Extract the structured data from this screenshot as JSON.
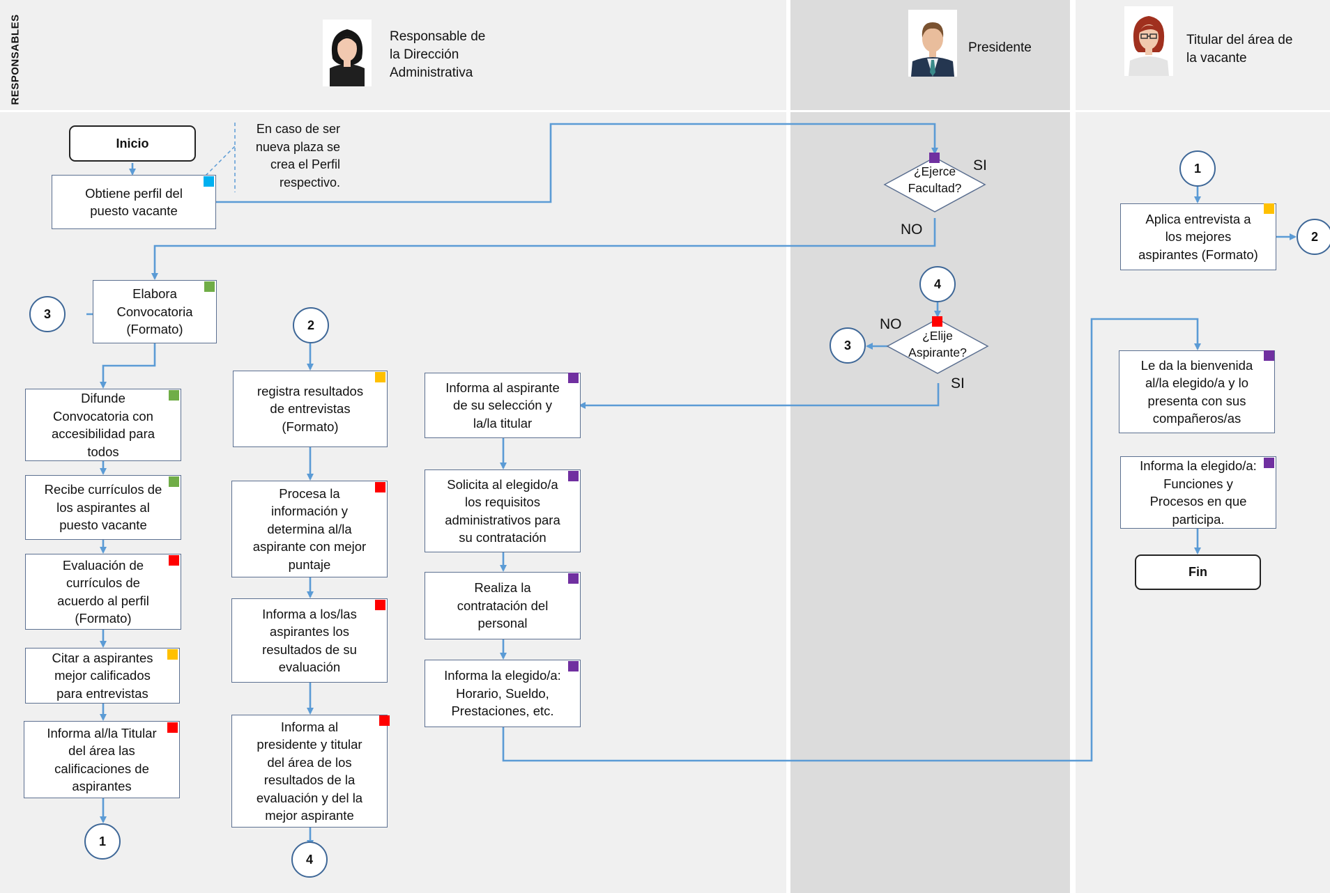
{
  "header": {
    "vertical_label": "RESPONSABLES",
    "roles": [
      {
        "lines": [
          "Responsable de",
          "la Dirección",
          "Administrativa"
        ]
      },
      {
        "lines": [
          "Presidente"
        ]
      },
      {
        "lines": [
          "Titular del área de",
          "la vacante"
        ]
      }
    ]
  },
  "terminals": {
    "start": "Inicio",
    "end": "Fin"
  },
  "note": [
    "En caso de ser",
    "nueva plaza se",
    "crea el Perfil",
    "respectivo."
  ],
  "lane1_steps": [
    {
      "lines": [
        "Obtiene perfil del",
        "puesto vacante"
      ],
      "color": "#00b0f0"
    },
    {
      "lines": [
        "Elabora",
        "Convocatoria",
        "(Formato)"
      ],
      "color": "#70ad47"
    },
    {
      "lines": [
        "Difunde",
        "Convocatoria con",
        "accesibilidad para",
        "todos"
      ],
      "color": "#70ad47"
    },
    {
      "lines": [
        "Recibe currículos de",
        "los aspirantes al",
        "puesto vacante"
      ],
      "color": "#70ad47"
    },
    {
      "lines": [
        "Evaluación de",
        "currículos de",
        "acuerdo al perfil",
        "(Formato)"
      ],
      "color": "#ff0000"
    },
    {
      "lines": [
        "Citar a aspirantes",
        "mejor calificados",
        "para entrevistas"
      ],
      "color": "#ffc000"
    },
    {
      "lines": [
        "Informa al/la Titular",
        "del área las",
        "calificaciones de",
        "aspirantes"
      ],
      "color": "#ff0000"
    },
    {
      "lines": [
        "registra resultados",
        "de entrevistas",
        "(Formato)"
      ],
      "color": "#ffc000"
    },
    {
      "lines": [
        "Procesa la",
        "información y",
        "determina al/la",
        "aspirante con mejor",
        "puntaje"
      ],
      "color": "#ff0000"
    },
    {
      "lines": [
        "Informa a los/las",
        "aspirantes los",
        "resultados de su",
        "evaluación"
      ],
      "color": "#ff0000"
    },
    {
      "lines": [
        "Informa al",
        "presidente y titular",
        "del área de los",
        "resultados de la",
        "evaluación y del la",
        "mejor aspirante"
      ],
      "color": "#ff0000"
    },
    {
      "lines": [
        "Informa al aspirante",
        "de su selección y",
        "la/la titular"
      ],
      "color": "#7030a0"
    },
    {
      "lines": [
        "Solicita al elegido/a",
        "los requisitos",
        "administrativos para",
        "su contratación"
      ],
      "color": "#7030a0"
    },
    {
      "lines": [
        "Realiza la",
        "contratación del",
        "personal"
      ],
      "color": "#7030a0"
    },
    {
      "lines": [
        "Informa la elegido/a:",
        "Horario, Sueldo,",
        "Prestaciones, etc."
      ],
      "color": "#7030a0"
    }
  ],
  "decisions": [
    {
      "lines": [
        "¿Ejerce",
        "Facultad?"
      ],
      "yes": "SI",
      "no": "NO",
      "color": "#7030a0"
    },
    {
      "lines": [
        "¿Elije",
        "Aspirante?"
      ],
      "yes": "SI",
      "no": "NO",
      "color": "#ff0000"
    }
  ],
  "lane3_steps": [
    {
      "lines": [
        "Aplica entrevista a",
        "los mejores",
        "aspirantes (Formato)"
      ],
      "color": "#ffc000"
    },
    {
      "lines": [
        "Le da la bienvenida",
        "al/la elegido/a y lo",
        "presenta con sus",
        "compañeros/as"
      ],
      "color": "#7030a0"
    },
    {
      "lines": [
        "Informa la elegido/a:",
        "Funciones y",
        "Procesos en que",
        "participa."
      ],
      "color": "#7030a0"
    }
  ],
  "connectors": [
    "1",
    "2",
    "3",
    "4"
  ],
  "colors": {
    "arrow": "#5b9bd5",
    "connector_border": "#3e6797",
    "box_border": "#5b6f90"
  }
}
